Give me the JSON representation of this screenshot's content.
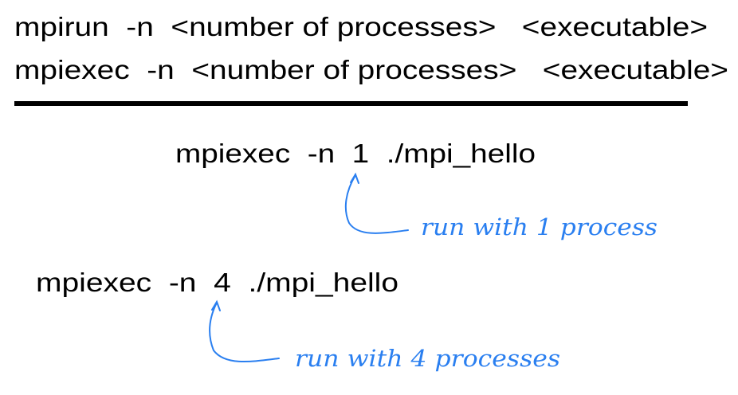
{
  "syntax": {
    "mpirun": "mpirun  -n  <number of processes>   <executable>",
    "mpiexec": "mpiexec  -n  <number of processes>   <executable>"
  },
  "examples": [
    {
      "command": "mpiexec  -n  1  ./mpi_hello",
      "note": "run with 1 process"
    },
    {
      "command": "mpiexec  -n  4  ./mpi_hello",
      "note": "run with 4 processes"
    }
  ],
  "colors": {
    "annotation": "#2a7ff0",
    "text": "#000000"
  }
}
